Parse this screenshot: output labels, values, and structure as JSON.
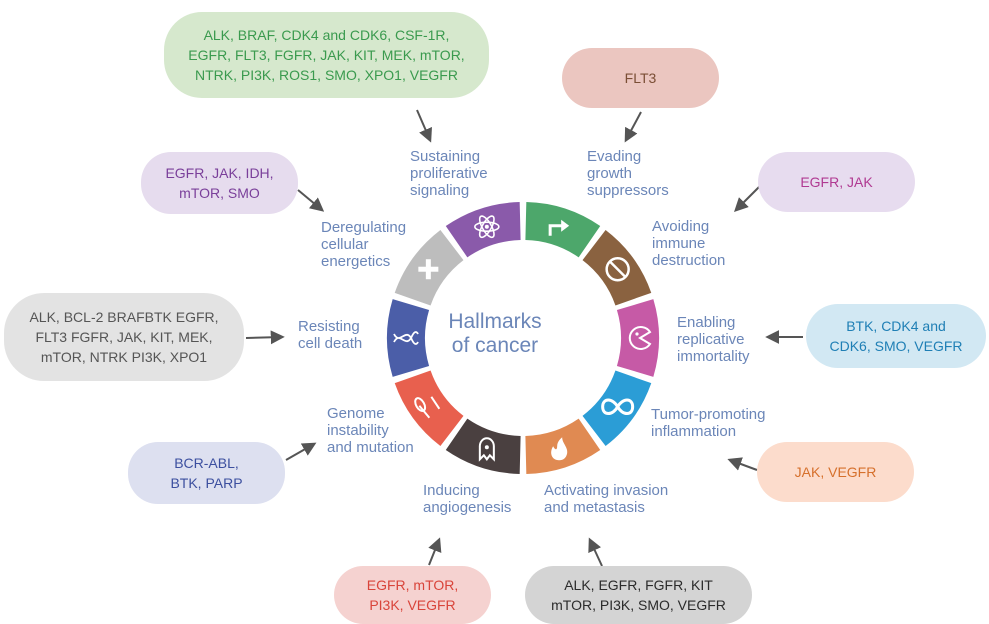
{
  "center_title": "Hallmarks\nof cancer",
  "colors": {
    "label": "#6b86b8",
    "arrow": "#555555",
    "ring_gap": "#ffffff"
  },
  "hallmarks": [
    {
      "id": "sustaining",
      "label": "Sustaining\nproliferative\nsignaling",
      "color": "#4da76b",
      "icon": "arrow-icon"
    },
    {
      "id": "evading",
      "label": "Evading\ngrowth\nsuppressors",
      "color": "#8a6240",
      "icon": "no-entry-icon"
    },
    {
      "id": "avoiding",
      "label": "Avoiding\nimmune\ndestruction",
      "color": "#c65aa6",
      "icon": "pacman-cell-icon"
    },
    {
      "id": "enabling",
      "label": "Enabling\nreplicative\nimmortality",
      "color": "#2b9dd6",
      "icon": "infinity-icon"
    },
    {
      "id": "tumor",
      "label": "Tumor-promoting\ninflammation",
      "color": "#e08a52",
      "icon": "flame-icon"
    },
    {
      "id": "activating",
      "label": "Activating invasion\nand metastasis",
      "color": "#4a4040",
      "icon": "ghost-cell-icon"
    },
    {
      "id": "inducing",
      "label": "Inducing\nangiogenesis",
      "color": "#e8604e",
      "icon": "vessel-icon"
    },
    {
      "id": "genome",
      "label": "Genome\ninstability\nand mutation",
      "color": "#4b5ea8",
      "icon": "dna-icon"
    },
    {
      "id": "resisting",
      "label": "Resisting\ncell death",
      "color": "#bdbdbd",
      "icon": "cross-icon"
    },
    {
      "id": "deregulating",
      "label": "Deregulating\ncellular\nenergetics",
      "color": "#8a5aaa",
      "icon": "atom-icon"
    }
  ],
  "drug_targets": [
    {
      "id": "sustaining",
      "text": "ALK, BRAF, CDK4 and CDK6, CSF-1R,\nEGFR, FLT3, FGFR, JAK, KIT, MEK, mTOR,\nNTRK, PI3K, ROS1, SMO, XPO1, VEGFR",
      "bg": "#d6e8cd",
      "fg": "#3a9a4e"
    },
    {
      "id": "evading",
      "text": "FLT3",
      "bg": "#ebc6c0",
      "fg": "#7a4e35"
    },
    {
      "id": "avoiding",
      "text": "EGFR, JAK",
      "bg": "#e7dcef",
      "fg": "#b03a92"
    },
    {
      "id": "enabling",
      "text": "BTK, CDK4 and\nCDK6, SMO, VEGFR",
      "bg": "#d2e8f3",
      "fg": "#1f7fb5"
    },
    {
      "id": "tumor",
      "text": "JAK, VEGFR",
      "bg": "#fcdccc",
      "fg": "#d6702c"
    },
    {
      "id": "activating",
      "text": "ALK, EGFR, FGFR, KIT\nmTOR, PI3K, SMO, VEGFR",
      "bg": "#d4d4d4",
      "fg": "#2b2b2b"
    },
    {
      "id": "inducing",
      "text": "EGFR, mTOR,\nPI3K, VEGFR",
      "bg": "#f5d2d0",
      "fg": "#d9443a"
    },
    {
      "id": "genome",
      "text": "BCR-ABL,\nBTK, PARP",
      "bg": "#dde0f0",
      "fg": "#3c4f9f"
    },
    {
      "id": "resisting",
      "text": "ALK, BCL-2 BRAFBTK EGFR,\nFLT3 FGFR, JAK, KIT, MEK,\nmTOR, NTRK PI3K, XPO1",
      "bg": "#e3e3e3",
      "fg": "#555555"
    },
    {
      "id": "deregulating",
      "text": "EGFR, JAK, IDH,\nmTOR, SMO",
      "bg": "#e6dcee",
      "fg": "#7a3f9a"
    }
  ]
}
